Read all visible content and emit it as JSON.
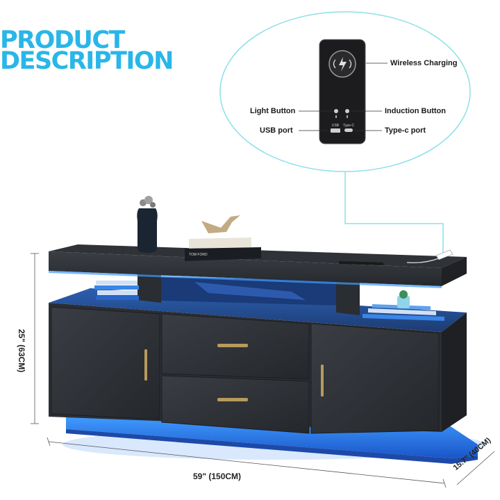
{
  "heading": {
    "line1": "PRODUCT",
    "line2": "DESCRIPTION"
  },
  "callouts": {
    "wireless_charging": "Wireless Charging",
    "light_button": "Light Button",
    "induction_button": "Induction Button",
    "usb_port": "USB port",
    "type_c_port": "Type-c port"
  },
  "device_labels": {
    "usb": "USB",
    "type_c": "Type-C"
  },
  "dimensions": {
    "height": "25\" (63CM)",
    "width": "59\" (150CM)",
    "depth": "15.7\" (40CM)"
  },
  "book_label": "TOM FORD",
  "colors": {
    "heading": "#29b6e8",
    "oval_outline": "#8ce0e8",
    "cabinet": "#2f3237",
    "led_glow": "#2a7df0",
    "handle": "#b89a5e"
  }
}
